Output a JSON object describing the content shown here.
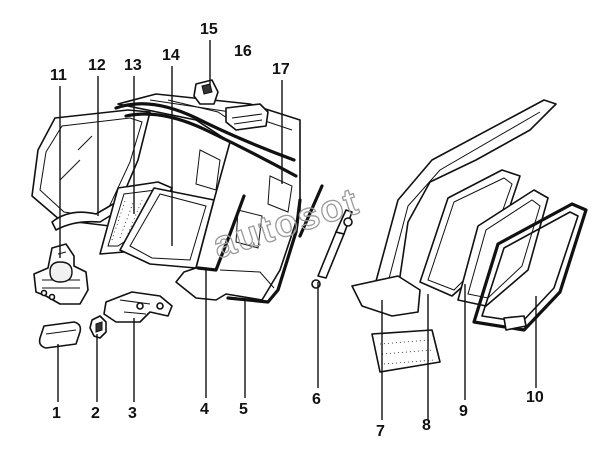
{
  "callouts": [
    {
      "id": "1",
      "label": "1"
    },
    {
      "id": "2",
      "label": "2"
    },
    {
      "id": "3",
      "label": "3"
    },
    {
      "id": "4",
      "label": "4"
    },
    {
      "id": "5",
      "label": "5"
    },
    {
      "id": "6",
      "label": "6"
    },
    {
      "id": "7",
      "label": "7"
    },
    {
      "id": "8",
      "label": "8"
    },
    {
      "id": "9",
      "label": "9"
    },
    {
      "id": "10",
      "label": "10"
    },
    {
      "id": "11",
      "label": "11"
    },
    {
      "id": "12",
      "label": "12"
    },
    {
      "id": "13",
      "label": "13"
    },
    {
      "id": "14",
      "label": "14"
    },
    {
      "id": "15",
      "label": "15"
    },
    {
      "id": "16",
      "label": "16"
    },
    {
      "id": "17",
      "label": "17"
    }
  ],
  "watermark": "autosot"
}
